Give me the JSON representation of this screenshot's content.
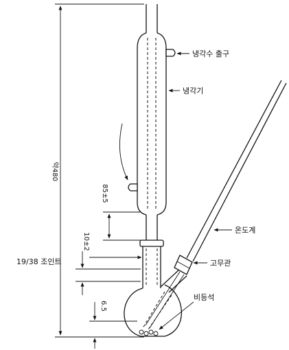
{
  "labels": {
    "coolant_outlet": "냉각수 출구",
    "condenser": "냉각기",
    "thermometer": "온도계",
    "joint": "19/38 조인트",
    "rubber_tube": "고무관",
    "boiling_chips": "비등석"
  },
  "dimensions": {
    "total_height": "약480",
    "condenser_gap": "85±5",
    "neck_length": "10±2",
    "bottom_gap": "6.5"
  }
}
